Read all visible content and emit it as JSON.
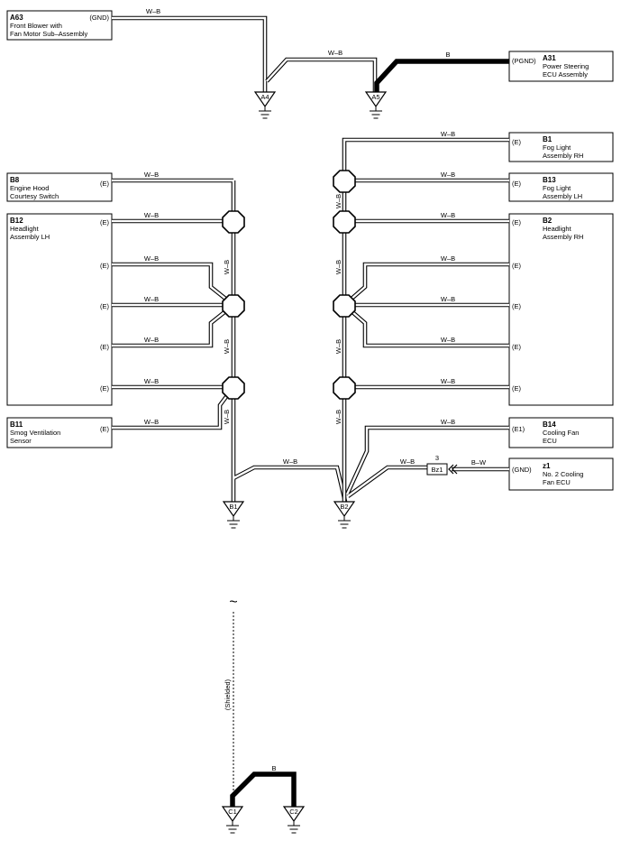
{
  "components": {
    "A63": {
      "id": "A63",
      "name_lines": [
        "Front Blower with",
        "Fan Motor Sub–Assembly"
      ],
      "pin": "(GND)"
    },
    "A31": {
      "id": "A31",
      "name_lines": [
        "Power Steering",
        "ECU Assembly"
      ],
      "pin": "(PGND)"
    },
    "B1": {
      "id": "B1",
      "name_lines": [
        "Fog Light",
        "Assembly RH"
      ],
      "pin": "(E)"
    },
    "B13": {
      "id": "B13",
      "name_lines": [
        "Fog Light",
        "Assembly LH"
      ],
      "pin": "(E)"
    },
    "B8": {
      "id": "B8",
      "name_lines": [
        "Engine Hood",
        "Courtesy Switch"
      ],
      "pin": "(E)"
    },
    "B12": {
      "id": "B12",
      "name_lines": [
        "Headlight",
        "Assembly LH"
      ],
      "pins": [
        "(E)",
        "(E)",
        "(E)",
        "(E)",
        "(E)"
      ]
    },
    "B2": {
      "id": "B2",
      "name_lines": [
        "Headlight",
        "Assembly RH"
      ],
      "pins": [
        "(E)",
        "(E)",
        "(E)",
        "(E)",
        "(E)"
      ]
    },
    "B11": {
      "id": "B11",
      "name_lines": [
        "Smog Ventilation",
        "Sensor"
      ],
      "pin": "(E)"
    },
    "B14": {
      "id": "B14",
      "name_lines": [
        "Cooling Fan",
        "ECU"
      ],
      "pin": "(E1)"
    },
    "z1": {
      "id": "z1",
      "name_lines": [
        "No. 2 Cooling",
        "Fan ECU"
      ],
      "pin": "(GND)"
    }
  },
  "grounds": {
    "A4": "A4",
    "A5": "A5",
    "B1": "B1",
    "B2": "B2",
    "C1": "C1",
    "C2": "C2"
  },
  "wire_colors": {
    "wb": "W–B",
    "b": "B",
    "bw": "B–W"
  },
  "connector_bz1": {
    "id": "Bz1",
    "pin": "3"
  },
  "shielded_label": "(Shielded)",
  "break_symbol": "~",
  "colors": {
    "line": "#000000",
    "background": "#ffffff"
  }
}
